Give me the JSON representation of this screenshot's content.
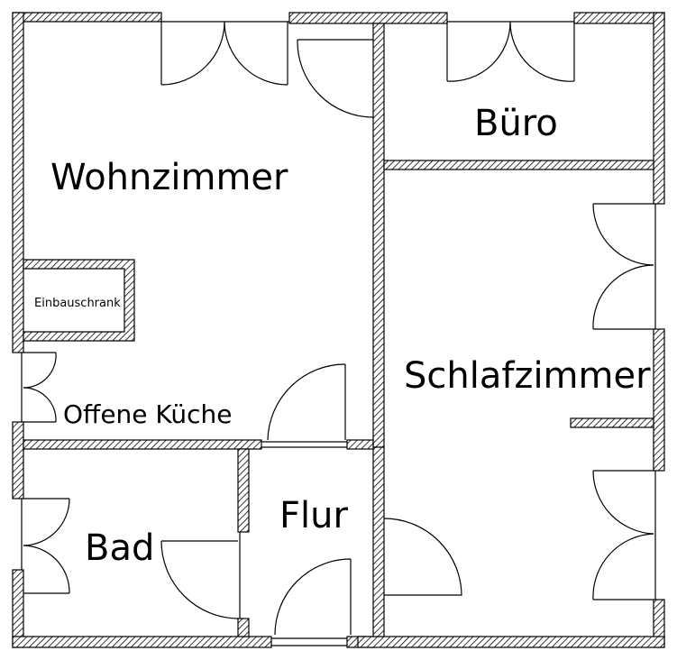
{
  "rooms": {
    "wohnzimmer": "Wohnzimmer",
    "buero": "Büro",
    "schlafzimmer": "Schlafzimmer",
    "einbauschrank": "Einbauschrank",
    "offene_kueche": "Offene Küche",
    "bad": "Bad",
    "flur": "Flur"
  },
  "colors": {
    "wall_fill": "#ffffff",
    "wall_hatch": "#000000",
    "line": "#000000"
  }
}
